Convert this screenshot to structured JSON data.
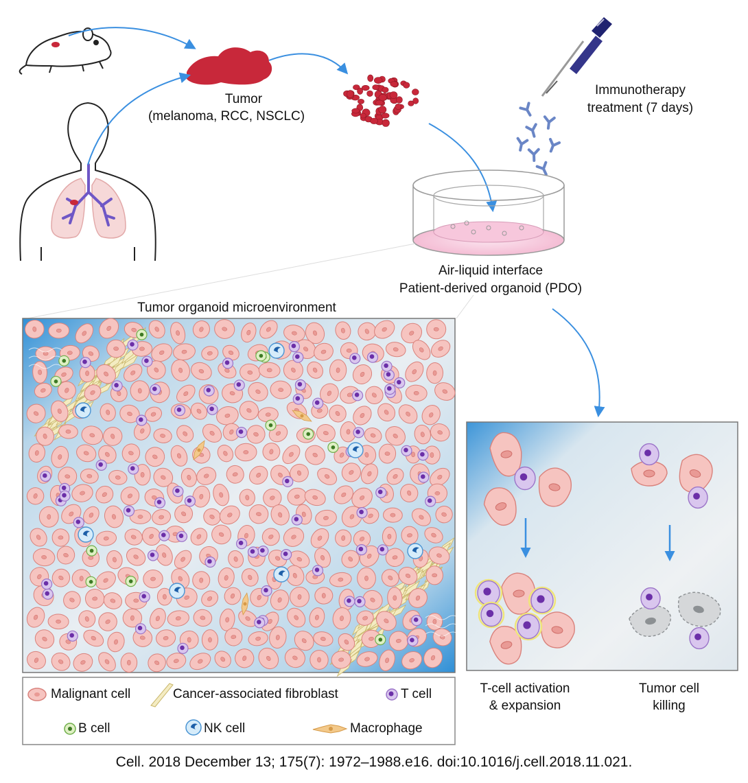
{
  "labels": {
    "tumor_title": "Tumor",
    "tumor_types": "(melanoma, RCC, NSCLC)",
    "immuno_line1": "Immunotherapy",
    "immuno_line2": "treatment (7 days)",
    "ali_line1": "Air-liquid interface",
    "ali_line2": "Patient-derived organoid (PDO)",
    "microenv_title": "Tumor organoid microenvironment",
    "tcell_line1": "T-cell activation",
    "tcell_line2": "& expansion",
    "killing_line1": "Tumor cell",
    "killing_line2": "killing"
  },
  "legend": {
    "malignant": "Malignant cell",
    "caf": "Cancer-associated fibroblast",
    "tcell": "T cell",
    "bcell": "B cell",
    "nkcell": "NK cell",
    "macrophage": "Macrophage"
  },
  "citation": "Cell. 2018 December 13; 175(7): 1972–1988.e16. doi:10.1016/j.cell.2018.11.021.",
  "colors": {
    "malignant_fill": "#f6c4c0",
    "malignant_stroke": "#d9827c",
    "tcell_fill": "#d9c6ee",
    "tcell_nucleus": "#6b2fa8",
    "bcell_fill": "#dff0c4",
    "bcell_nucleus": "#3d7a24",
    "nk_fill": "#d6ecfa",
    "nk_nucleus": "#1d5fa8",
    "caf_fill": "#f4ecc2",
    "macrophage_fill": "#f3c98a",
    "arrow_blue": "#3a8fe0",
    "tumor_red": "#c8283a"
  }
}
